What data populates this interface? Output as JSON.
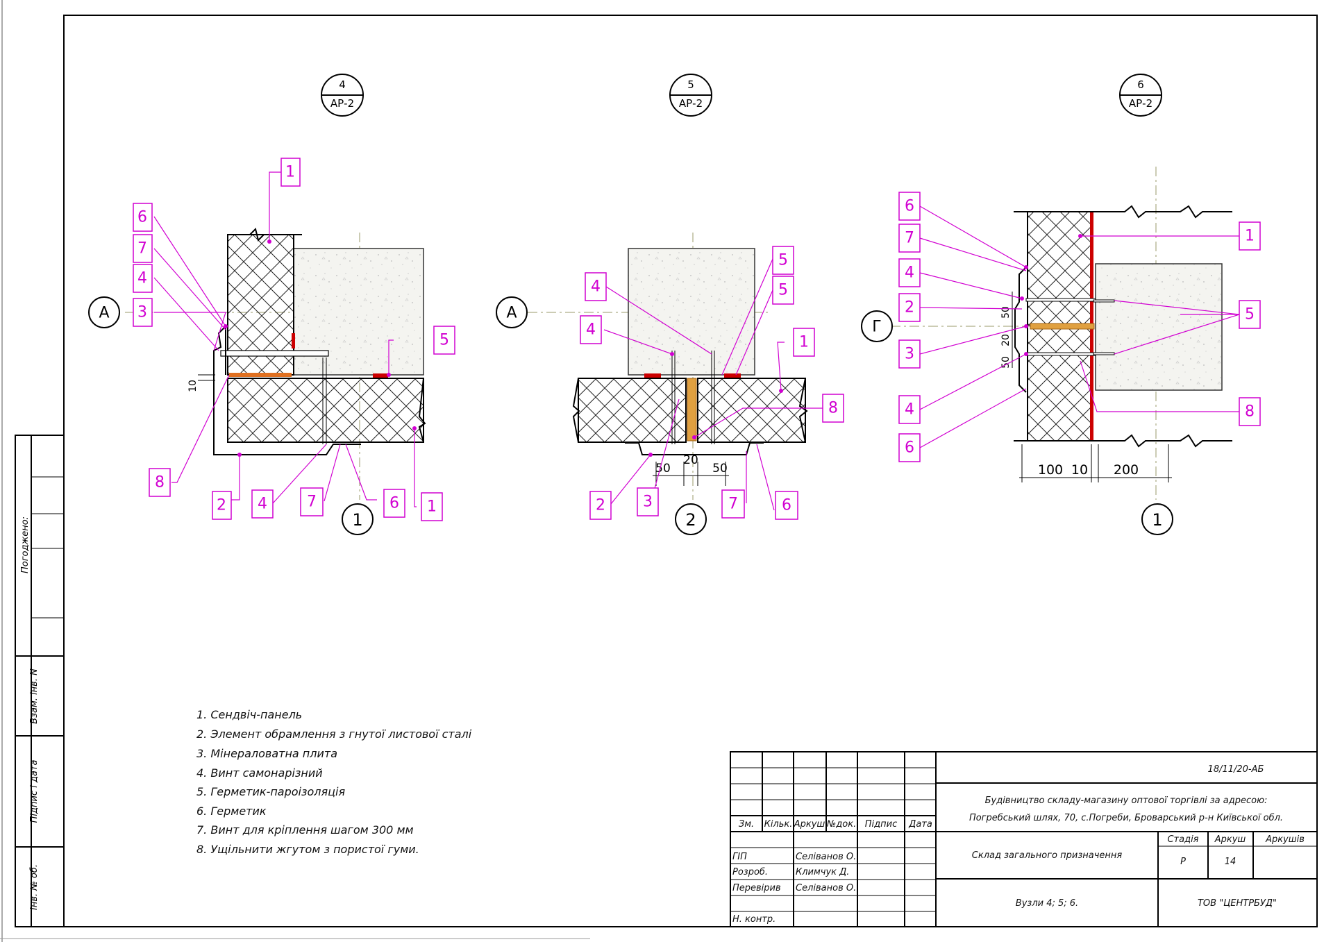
{
  "views": [
    {
      "ref_top": "4",
      "ref_bottom": "АР-2",
      "axis": "А",
      "mark": "1"
    },
    {
      "ref_top": "5",
      "ref_bottom": "АР-2",
      "axis": "А",
      "mark": "2"
    },
    {
      "ref_top": "6",
      "ref_bottom": "АР-2",
      "axis": "Г",
      "mark": "1"
    }
  ],
  "dimensions": {
    "v1": [
      "10"
    ],
    "v2": [
      "50",
      "20",
      "50"
    ],
    "v3_horizontal": [
      "100",
      "10",
      "200"
    ],
    "v3_vertical": [
      "50",
      "20",
      "50"
    ]
  },
  "legend": [
    "1. Сендвіч-панель",
    "2. Элемент обрамлення  з гнутої листової сталі",
    "3. Мінераловатна плита",
    "4. Винт самонарізний",
    "5. Герметик-пароізоляція",
    "6. Герметик",
    "7. Винт для кріплення шагом 300 мм",
    "8. Ущільнити жгутом з пористої гуми."
  ],
  "side_stamp": [
    "Погоджено:",
    "Взам. інв. N",
    "Підпис і дата",
    "Інв. № об."
  ],
  "title_block": {
    "code": "18/11/20-АБ",
    "project_line1": "Будівництво складу-магазину оптової торгівлі за адресою:",
    "project_line2": "Погребський шлях, 70, с.Погреби, Броварський р-н Київської обл.",
    "building": "Склад загального призначення",
    "sheet_title": "Вузли 4; 5; 6.",
    "company": "ТОВ \"ЦЕНТРБУД\"",
    "col_headers": [
      "Зм.",
      "Кільк.",
      "Аркуш",
      "№док.",
      "Підпис",
      "Дата"
    ],
    "stage_headers": [
      "Стадія",
      "Аркуш",
      "Аркушів"
    ],
    "stage": "Р",
    "sheet_no": "14",
    "sheets_total": "",
    "roles": [
      {
        "role": "ГІП",
        "name": "Селіванов О."
      },
      {
        "role": "Розроб.",
        "name": "Климчук Д."
      },
      {
        "role": "Перевірив",
        "name": "Селіванов О."
      },
      {
        "role": "Н. контр.",
        "name": ""
      }
    ]
  },
  "colors": {
    "leader": "#d100d1",
    "sealant": "#cc0000",
    "insulation": "#e07020",
    "gum": "#e0a040"
  }
}
